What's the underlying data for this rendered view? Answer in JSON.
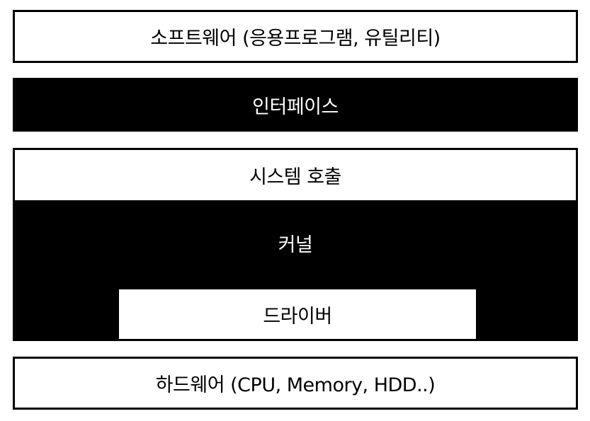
{
  "layers": {
    "software": "소프트웨어 (응용프로그램, 유틸리티)",
    "interface": "인터페이스",
    "system_call": "시스템 호출",
    "kernel": "커널",
    "driver": "드라이버",
    "hardware": "하드웨어 (CPU, Memory, HDD..)"
  },
  "colors": {
    "foreground": "#000000",
    "background": "#ffffff"
  }
}
